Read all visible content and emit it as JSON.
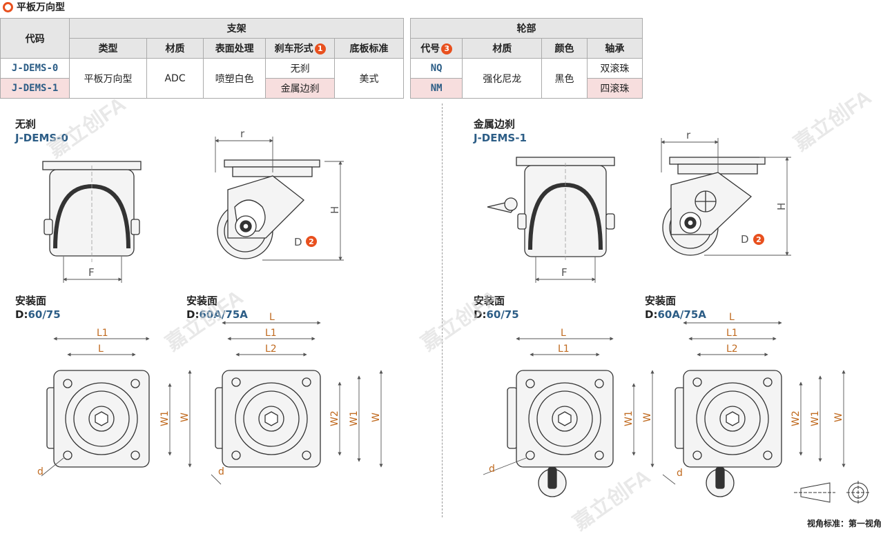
{
  "title": "平板万向型",
  "table": {
    "code_header": "代码",
    "bracket_header": "支架",
    "wheel_header": "轮部",
    "cols_left": [
      "类型",
      "材质",
      "表面处理",
      "刹车形式",
      "底板标准"
    ],
    "brake_badge": "1",
    "cols_right": [
      "代号",
      "材质",
      "颜色",
      "轴承"
    ],
    "code_badge": "3",
    "rows": [
      {
        "code": "J-DEMS-0",
        "brake": "无刹",
        "wcode": "NQ",
        "bearing": "双滚珠"
      },
      {
        "code": "J-DEMS-1",
        "brake": "金属边刹",
        "wcode": "NM",
        "bearing": "四滚珠"
      }
    ],
    "type": "平板万向型",
    "material": "ADC",
    "finish": "喷塑白色",
    "standard": "美式",
    "wheel_material": "强化尼龙",
    "color": "黑色"
  },
  "left": {
    "brake_label": "无刹",
    "code": "J-DEMS-0"
  },
  "right": {
    "brake_label": "金属边刹",
    "code": "J-DEMS-1"
  },
  "mount_label": "安装面",
  "d1": {
    "prefix": "D:",
    "value": "60/75"
  },
  "d2": {
    "prefix": "D:",
    "value": "60A/75A"
  },
  "dims": {
    "r": "r",
    "H": "H",
    "D": "D",
    "D_badge": "2",
    "F": "F",
    "L": "L",
    "L1": "L1",
    "L2": "L2",
    "W": "W",
    "W1": "W1",
    "W2": "W2",
    "d": "d"
  },
  "footer": "视角标准：第一视角",
  "watermark": "嘉立创FA"
}
